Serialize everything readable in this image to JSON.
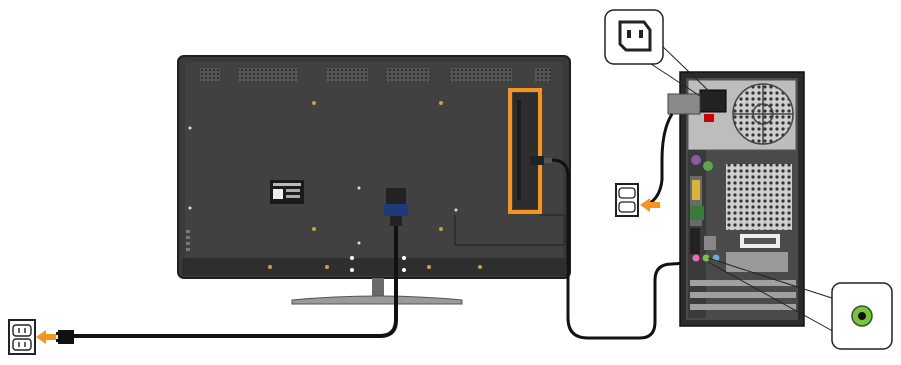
{
  "diagram": {
    "kind": "monitor-to-computer connection illustration",
    "colors": {
      "highlight_orange": "#f7941d",
      "monitor_body": "#3a3a3a",
      "tower_body": "#2b2b2b",
      "cable": "#111111",
      "audio_green": "#7cc242",
      "outlet_stroke": "#222222"
    },
    "icons": [
      "monitor-rear-icon",
      "monitor-stand-icon",
      "computer-tower-icon",
      "power-supply-fan-icon",
      "wall-outlet-left-icon",
      "wall-outlet-right-icon",
      "power-plug-icon",
      "iec-power-socket-icon",
      "audio-jack-icon",
      "hdmi-connector-icon",
      "callout-power-socket",
      "callout-audio-jack"
    ],
    "highlights": [
      "monitor-input-port-panel-highlight"
    ]
  }
}
